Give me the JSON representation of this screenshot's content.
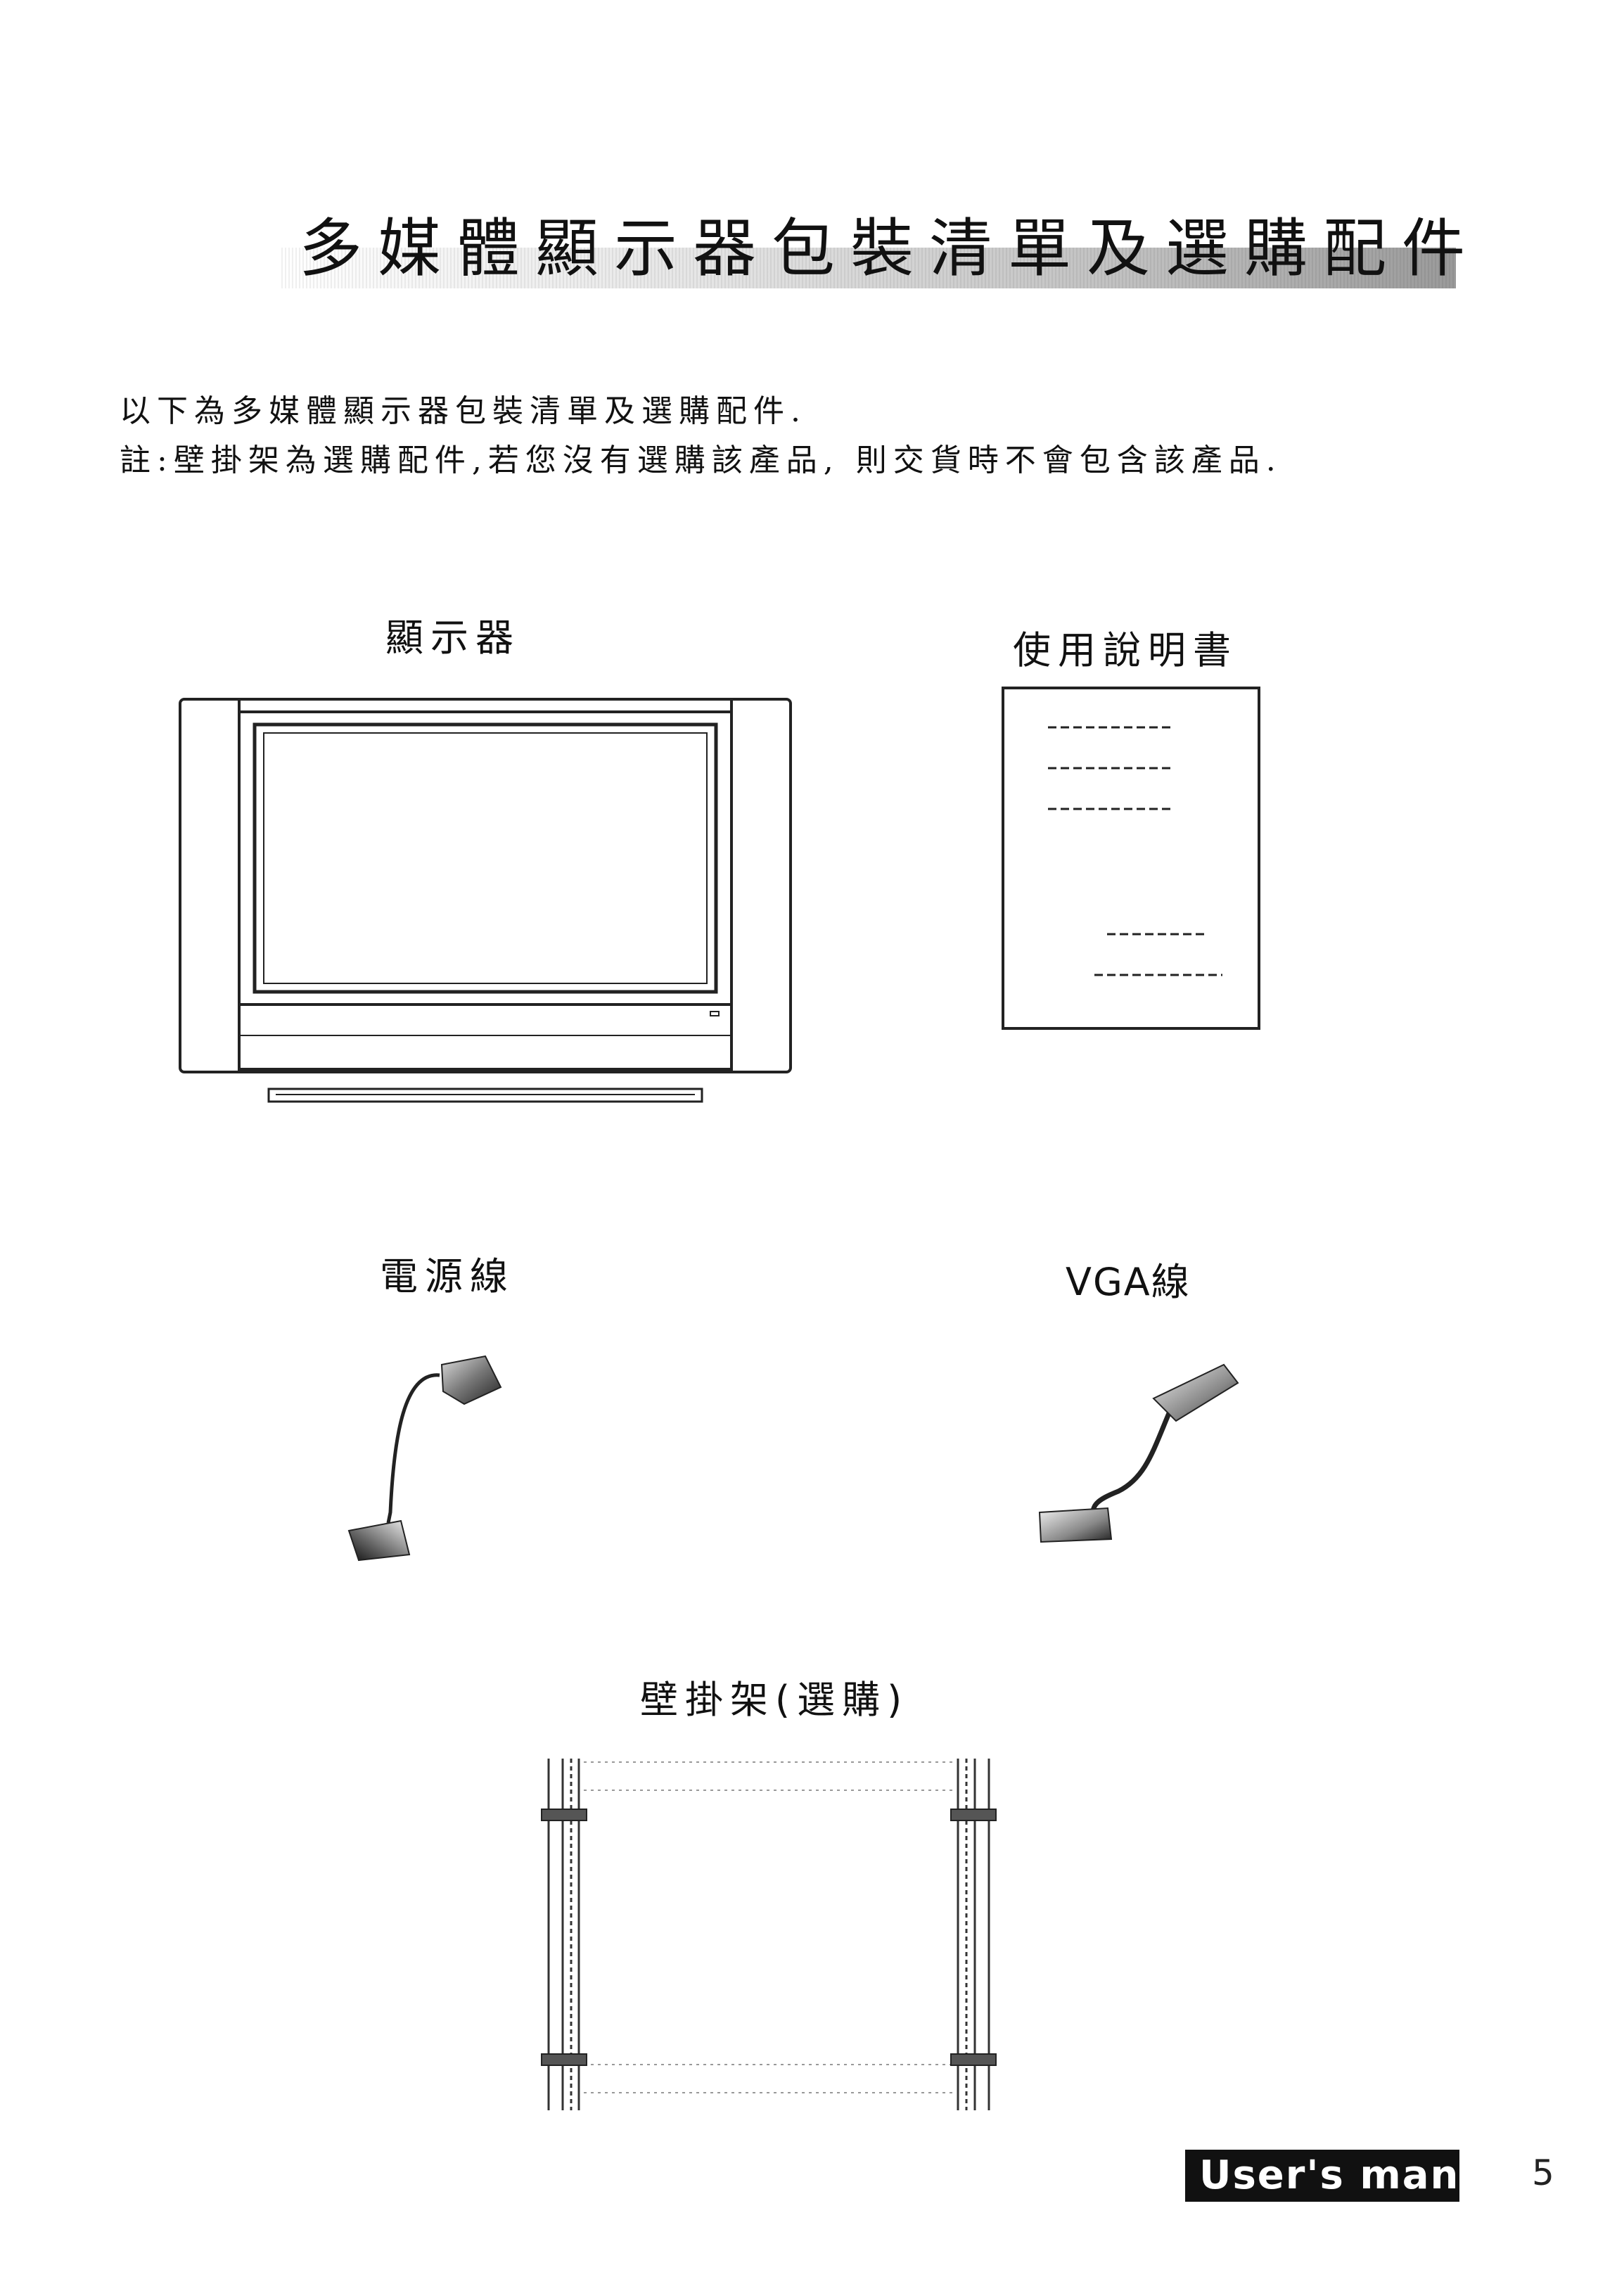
{
  "page": {
    "title": "多媒體顯示器包裝清單及選購配件",
    "intro": [
      "以下為多媒體顯示器包裝清單及選購配件.",
      "註:壁掛架為選購配件,若您沒有選購該產品, 則交貨時不會包含該產品."
    ]
  },
  "items": {
    "monitor": "顯示器",
    "manual": "使用說明書",
    "power_cable": "電源線",
    "vga_cable": "VGA線",
    "wall_bracket": "壁掛架(選購)"
  },
  "footer": {
    "manual_label": "User's manu",
    "page_number": "5"
  }
}
